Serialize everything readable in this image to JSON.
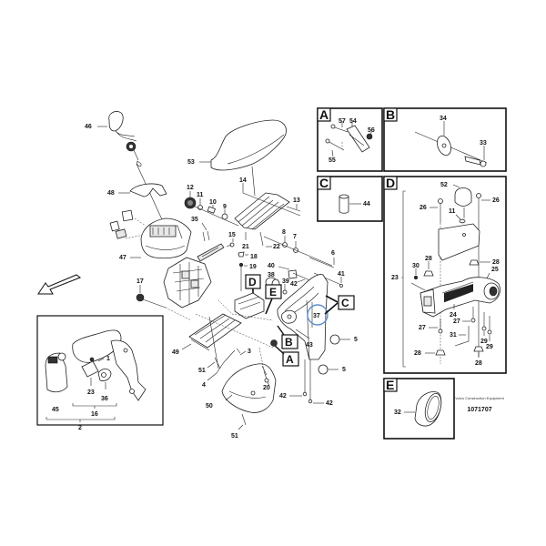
{
  "diagram": {
    "title": "Exploded parts view - operator control console / armrest",
    "brand_caption": "Volvo Construction Equipment",
    "drawing_number": "1071707",
    "main_callouts": {
      "c46": "46",
      "c53": "53",
      "c12": "12",
      "c11": "11",
      "c10": "10",
      "c9": "9",
      "c14": "14",
      "c13": "13",
      "c48": "48",
      "c35": "35",
      "c15": "15",
      "c8": "8",
      "c7": "7",
      "c21": "21",
      "c22": "22",
      "c6": "6",
      "c47": "47",
      "c18": "18",
      "c19": "19",
      "c40": "40",
      "c38": "38",
      "c39": "39",
      "c42a": "42",
      "c41": "41",
      "c17": "17",
      "c37": "37",
      "c5a": "5",
      "c43": "43",
      "c49": "49",
      "c3": "3",
      "c5b": "5",
      "c51a": "51",
      "c4": "4",
      "c20": "20",
      "c42b": "42",
      "c42c": "42",
      "c50": "50",
      "c51b": "51"
    },
    "reference_tags": {
      "tagD": "D",
      "tagE": "E",
      "tagC": "C",
      "tagB": "B",
      "tagA": "A"
    },
    "inset_assembly": {
      "callouts": {
        "c1": "1",
        "c23": "23",
        "c36": "36",
        "c45": "45",
        "c16": "16",
        "c2": "2"
      }
    },
    "detail_A": {
      "letter": "A",
      "callouts": {
        "c57": "57",
        "c54": "54",
        "c56": "56",
        "c55": "55"
      }
    },
    "detail_B": {
      "letter": "B",
      "callouts": {
        "c34": "34",
        "c33": "33"
      }
    },
    "detail_C": {
      "letter": "C",
      "callouts": {
        "c44": "44"
      }
    },
    "detail_D": {
      "letter": "D",
      "callouts": {
        "c52": "52",
        "c26a": "26",
        "c26b": "26",
        "c11": "11",
        "c28a": "28",
        "c30": "30",
        "c28b": "28",
        "c25": "25",
        "c23": "23",
        "c24": "24",
        "c27a": "27",
        "c27b": "27",
        "c31": "31",
        "c29a": "29",
        "c29b": "29",
        "c28c": "28",
        "c28d": "28"
      }
    },
    "detail_E": {
      "letter": "E",
      "callouts": {
        "c32": "32"
      }
    },
    "highlight_color": "#5b8fc9",
    "icons": {
      "direction_arrow": "arrow-down-left-icon"
    }
  }
}
